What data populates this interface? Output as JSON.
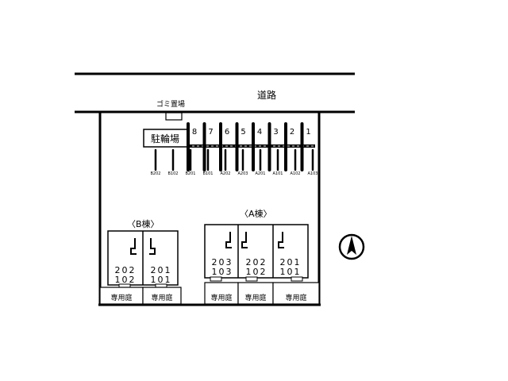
{
  "road": {
    "label": "道路"
  },
  "garbage": {
    "label": "ゴミ置場"
  },
  "bicycle_parking": {
    "label": "駐輪場"
  },
  "parking": {
    "slots": [
      {
        "number": "8",
        "unit": "B202"
      },
      {
        "number": "7",
        "unit": "B102"
      },
      {
        "number": "6",
        "unit": "B201"
      },
      {
        "number": "5",
        "unit": "B101"
      },
      {
        "number": "4",
        "unit": "A202"
      },
      {
        "number": "3",
        "unit": "A203"
      },
      {
        "number": "2",
        "unit": "A201"
      },
      {
        "number": "1",
        "unit": "A101"
      }
    ],
    "extra_unit_labels": [
      "A102",
      "A103"
    ]
  },
  "building_b": {
    "title": "〈B棟〉",
    "units": [
      {
        "upper": "202",
        "lower": "102",
        "garden": "専用庭"
      },
      {
        "upper": "201",
        "lower": "101",
        "garden": "専用庭"
      }
    ]
  },
  "building_a": {
    "title": "〈A棟〉",
    "units": [
      {
        "upper": "203",
        "lower": "103",
        "garden": "専用庭"
      },
      {
        "upper": "202",
        "lower": "102",
        "garden": "専用庭"
      },
      {
        "upper": "201",
        "lower": "101",
        "garden": "専用庭"
      }
    ]
  },
  "north_arrow": {
    "icon": "north-arrow-icon"
  }
}
